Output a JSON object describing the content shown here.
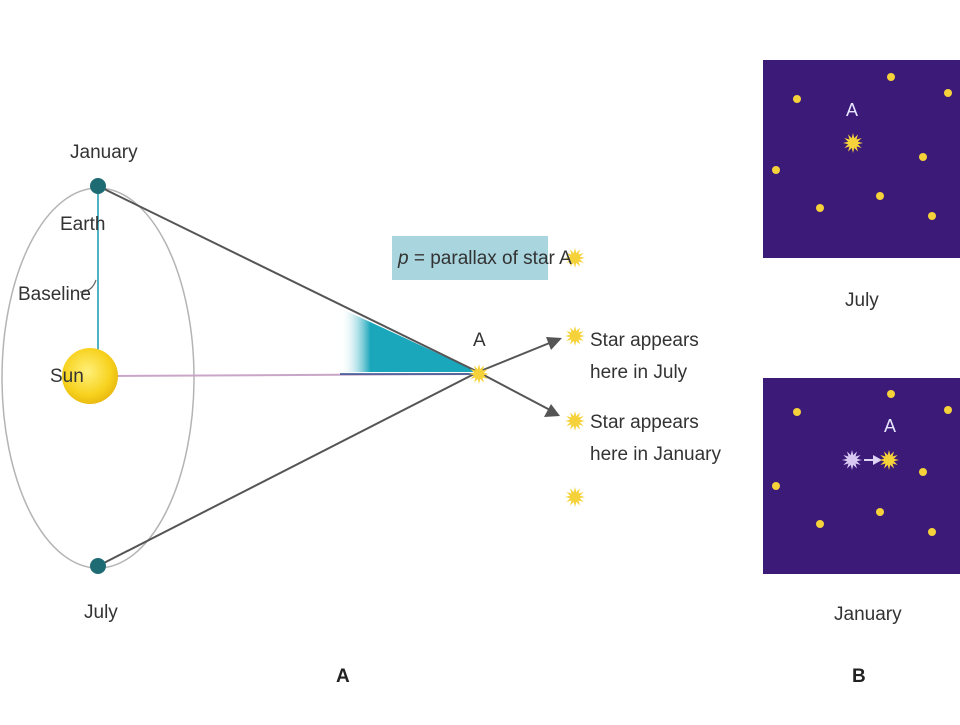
{
  "panel_a": {
    "label": "A",
    "january_label": "January",
    "july_label": "July",
    "earth_label": "Earth",
    "baseline_label": "Baseline",
    "sun_label": "Sun",
    "parallax_box": {
      "italic_symbol": "p",
      "rest": " = parallax of star A"
    },
    "star_label": "A",
    "appears_july": [
      "Star appears",
      "here in July"
    ],
    "appears_january": [
      "Star appears",
      "here in January"
    ]
  },
  "panel_b": {
    "label": "B",
    "july_caption": "July",
    "january_caption": "January",
    "star_label": "A"
  },
  "colors": {
    "orbit": "#b4b4b4",
    "earth": "#1f6b73",
    "baseline": "#4fb3c4",
    "sun": "#f7d21e",
    "sightline": "#555555",
    "sun_line": "#c9a6c7",
    "parallax_wedge": "#1aa6bb",
    "label_box": "#a8d5de",
    "sky": "#3c1a78",
    "star": "#f6d23a",
    "ghost_star": "#d8c8f2"
  }
}
